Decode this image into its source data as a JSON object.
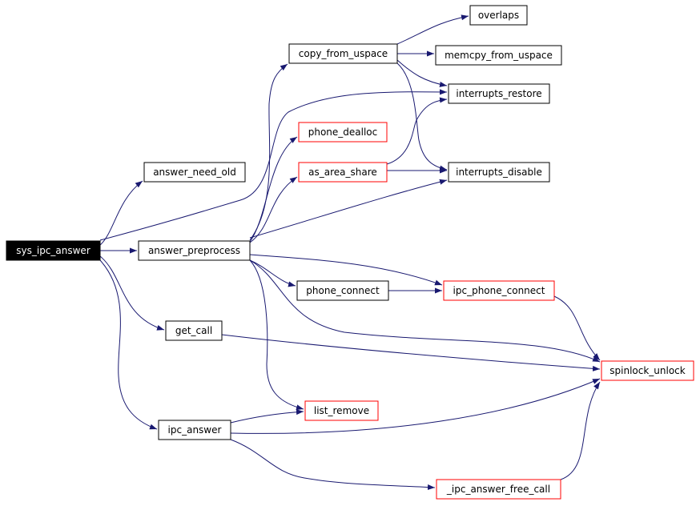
{
  "colors": {
    "edge": "#191970",
    "root_fill": "#000000",
    "root_text": "#ffffff",
    "normal_border": "#000000",
    "linked_border": "#ff0000",
    "node_fill": "#ffffff",
    "node_text": "#000000"
  },
  "nodes": {
    "sys_ipc_answer": {
      "label": "sys_ipc_answer",
      "style": "root"
    },
    "answer_preprocess": {
      "label": "answer_preprocess",
      "style": "normal"
    },
    "answer_need_old": {
      "label": "answer_need_old",
      "style": "normal"
    },
    "copy_from_uspace": {
      "label": "copy_from_uspace",
      "style": "normal"
    },
    "overlaps": {
      "label": "overlaps",
      "style": "normal"
    },
    "memcpy_from_uspace": {
      "label": "memcpy_from_uspace",
      "style": "normal"
    },
    "interrupts_restore": {
      "label": "interrupts_restore",
      "style": "normal"
    },
    "phone_dealloc": {
      "label": "phone_dealloc",
      "style": "linked"
    },
    "as_area_share": {
      "label": "as_area_share",
      "style": "linked"
    },
    "interrupts_disable": {
      "label": "interrupts_disable",
      "style": "normal"
    },
    "phone_connect": {
      "label": "phone_connect",
      "style": "normal"
    },
    "ipc_phone_connect": {
      "label": "ipc_phone_connect",
      "style": "linked"
    },
    "get_call": {
      "label": "get_call",
      "style": "normal"
    },
    "spinlock_unlock": {
      "label": "spinlock_unlock",
      "style": "linked"
    },
    "ipc_answer": {
      "label": "ipc_answer",
      "style": "normal"
    },
    "list_remove": {
      "label": "list_remove",
      "style": "linked"
    },
    "_ipc_answer_free_call": {
      "label": "_ipc_answer_free_call",
      "style": "linked"
    }
  },
  "edges": [
    {
      "from": "sys_ipc_answer",
      "to": "answer_need_old"
    },
    {
      "from": "sys_ipc_answer",
      "to": "interrupts_restore"
    },
    {
      "from": "sys_ipc_answer",
      "to": "answer_preprocess"
    },
    {
      "from": "sys_ipc_answer",
      "to": "get_call"
    },
    {
      "from": "sys_ipc_answer",
      "to": "ipc_answer"
    },
    {
      "from": "answer_preprocess",
      "to": "copy_from_uspace"
    },
    {
      "from": "answer_preprocess",
      "to": "phone_dealloc"
    },
    {
      "from": "answer_preprocess",
      "to": "as_area_share"
    },
    {
      "from": "answer_preprocess",
      "to": "interrupts_disable"
    },
    {
      "from": "answer_preprocess",
      "to": "phone_connect"
    },
    {
      "from": "answer_preprocess",
      "to": "ipc_phone_connect"
    },
    {
      "from": "answer_preprocess",
      "to": "spinlock_unlock"
    },
    {
      "from": "answer_preprocess",
      "to": "list_remove"
    },
    {
      "from": "copy_from_uspace",
      "to": "overlaps"
    },
    {
      "from": "copy_from_uspace",
      "to": "memcpy_from_uspace"
    },
    {
      "from": "copy_from_uspace",
      "to": "interrupts_restore"
    },
    {
      "from": "copy_from_uspace",
      "to": "interrupts_disable"
    },
    {
      "from": "as_area_share",
      "to": "interrupts_restore"
    },
    {
      "from": "as_area_share",
      "to": "interrupts_disable"
    },
    {
      "from": "phone_connect",
      "to": "ipc_phone_connect"
    },
    {
      "from": "ipc_phone_connect",
      "to": "spinlock_unlock"
    },
    {
      "from": "get_call",
      "to": "spinlock_unlock"
    },
    {
      "from": "ipc_answer",
      "to": "list_remove"
    },
    {
      "from": "ipc_answer",
      "to": "spinlock_unlock"
    },
    {
      "from": "ipc_answer",
      "to": "_ipc_answer_free_call"
    },
    {
      "from": "_ipc_answer_free_call",
      "to": "spinlock_unlock"
    }
  ]
}
